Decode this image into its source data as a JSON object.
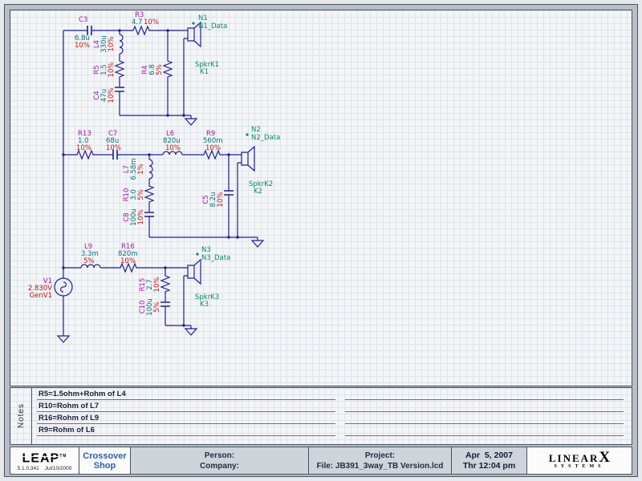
{
  "colors": {
    "wire": "#1f1f9c",
    "designator": "#a814a8",
    "value": "#067878",
    "tolerance": "#c41616",
    "node": "#0a8a5a",
    "note_rule": "#a05c5c",
    "product_blue": "#2b5cb8"
  },
  "comps": {
    "c3": {
      "ref": "C3",
      "value": "6.8u",
      "tol": "10%"
    },
    "r3": {
      "ref": "R3",
      "value": "4.7",
      "tol": "10%"
    },
    "l4": {
      "ref": "L4",
      "value": "330u",
      "tol": "10%"
    },
    "r5": {
      "ref": "R5",
      "value": "1.5",
      "tol": "10%"
    },
    "c4": {
      "ref": "C4",
      "value": "47u",
      "tol": "10%"
    },
    "r4": {
      "ref": "R4",
      "value": "6.8",
      "tol": "5%"
    },
    "r13": {
      "ref": "R13",
      "value": "1.0",
      "tol": "10%"
    },
    "c7": {
      "ref": "C7",
      "value": "68u",
      "tol": "10%"
    },
    "l7": {
      "ref": "L7",
      "value": "6.58m",
      "tol": "1%"
    },
    "l6": {
      "ref": "L6",
      "value": "820u",
      "tol": "10%"
    },
    "r9": {
      "ref": "R9",
      "value": "560m",
      "tol": "10%"
    },
    "r10": {
      "ref": "R10",
      "value": "3.0",
      "tol": "5%"
    },
    "c8": {
      "ref": "C8",
      "value": "100u",
      "tol": "10%"
    },
    "c5": {
      "ref": "C5",
      "value": "8.2u",
      "tol": "10%"
    },
    "l9": {
      "ref": "L9",
      "value": "3.3m",
      "tol": "5%"
    },
    "r16": {
      "ref": "R16",
      "value": "820m",
      "tol": "10%"
    },
    "r15": {
      "ref": "R15",
      "value": "2.7",
      "tol": "10%"
    },
    "c10": {
      "ref": "C10",
      "value": "100u",
      "tol": "5%"
    }
  },
  "source": {
    "ref": "V1",
    "value": "2.830V",
    "name": "GenV1"
  },
  "nodes": {
    "n1": {
      "name": "N1",
      "data": "N1_Data"
    },
    "n2": {
      "name": "N2",
      "data": "N2_Data"
    },
    "n3": {
      "name": "N3",
      "data": "N3_Data"
    }
  },
  "speakers": {
    "k1": {
      "ref": "SpkrK1",
      "name": "K1"
    },
    "k2": {
      "ref": "SpkrK2",
      "name": "K2"
    },
    "k3": {
      "ref": "SpkrK3",
      "name": "K3"
    }
  },
  "notes": {
    "label": "Notes",
    "lines": [
      "R5=1.5ohm+Rohm of L4",
      "R10=Rohm of L7",
      "R16=Rohm of L9",
      "R9=Rohm of L6"
    ]
  },
  "titlebar": {
    "leap": "LEAP",
    "leap_tm": "TM",
    "version": "5.1.0.341",
    "build_date": "Jul/10/2000",
    "product_line1": "Crossover",
    "product_line2": "Shop",
    "person_label": "Person:",
    "company_label": "Company:",
    "project_label": "Project:",
    "file_line": "File: JB391_3way_TB Version.lcd",
    "date": "Apr  5, 2007",
    "time": "Thr 12:04 pm",
    "brand_line1a": "LINEAR",
    "brand_line1b": "X",
    "brand_line2": "SYSTEMS"
  }
}
